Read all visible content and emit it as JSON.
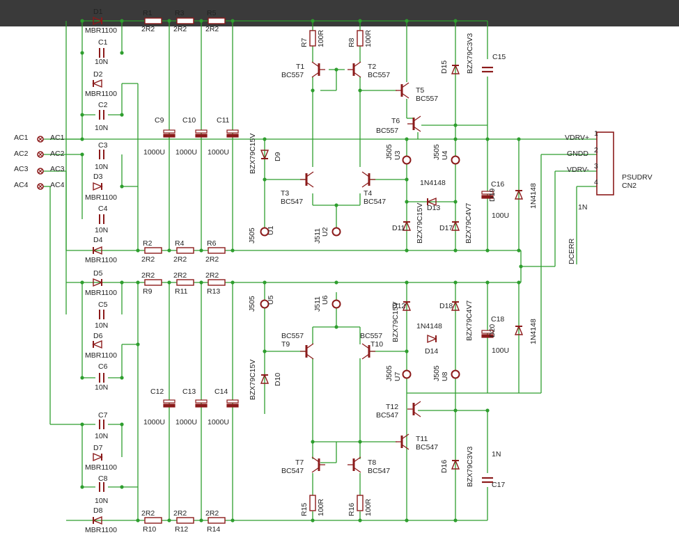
{
  "colors": {
    "wire": "#2e9e2e",
    "part": "#8b1a1a",
    "text": "#222222",
    "topbar": "#3a3a3a",
    "background": "#ffffff"
  },
  "inputs": [
    {
      "pad": "AC1",
      "net": "AC1"
    },
    {
      "pad": "AC2",
      "net": "AC2"
    },
    {
      "pad": "AC3",
      "net": "AC3"
    },
    {
      "pad": "AC4",
      "net": "AC4"
    }
  ],
  "connector": {
    "name": "PSUDRV",
    "ref": "CN2",
    "pins": [
      {
        "num": "1",
        "net": "VDRV+"
      },
      {
        "num": "2",
        "net": "GNDD"
      },
      {
        "num": "3",
        "net": "VDRV-"
      },
      {
        "num": "4",
        "net": ""
      }
    ]
  },
  "labels": [
    {
      "t": "D1"
    },
    {
      "t": "MBR1100"
    },
    {
      "t": "C1"
    },
    {
      "t": "10N"
    },
    {
      "t": "D2"
    },
    {
      "t": "MBR1100"
    },
    {
      "t": "C2"
    },
    {
      "t": "10N"
    },
    {
      "t": "C3"
    },
    {
      "t": "10N"
    },
    {
      "t": "D3"
    },
    {
      "t": "MBR1100"
    },
    {
      "t": "C4"
    },
    {
      "t": "10N"
    },
    {
      "t": "D4"
    },
    {
      "t": "MBR1100"
    },
    {
      "t": "D5"
    },
    {
      "t": "MBR1100"
    },
    {
      "t": "C5"
    },
    {
      "t": "10N"
    },
    {
      "t": "D6"
    },
    {
      "t": "MBR1100"
    },
    {
      "t": "C6"
    },
    {
      "t": "10N"
    },
    {
      "t": "C7"
    },
    {
      "t": "10N"
    },
    {
      "t": "D7"
    },
    {
      "t": "MBR1100"
    },
    {
      "t": "C8"
    },
    {
      "t": "10N"
    },
    {
      "t": "D8"
    },
    {
      "t": "MBR1100"
    },
    {
      "t": "R1"
    },
    {
      "t": "2R2"
    },
    {
      "t": "R3"
    },
    {
      "t": "2R2"
    },
    {
      "t": "R5"
    },
    {
      "t": "2R2"
    },
    {
      "t": "R2"
    },
    {
      "t": "2R2"
    },
    {
      "t": "R4"
    },
    {
      "t": "2R2"
    },
    {
      "t": "R6"
    },
    {
      "t": "2R2"
    },
    {
      "t": "2R2"
    },
    {
      "t": "R9"
    },
    {
      "t": "2R2"
    },
    {
      "t": "R11"
    },
    {
      "t": "2R2"
    },
    {
      "t": "R13"
    },
    {
      "t": "2R2"
    },
    {
      "t": "R10"
    },
    {
      "t": "2R2"
    },
    {
      "t": "R12"
    },
    {
      "t": "2R2"
    },
    {
      "t": "R14"
    },
    {
      "t": "C9"
    },
    {
      "t": "1000U"
    },
    {
      "t": "C10"
    },
    {
      "t": "1000U"
    },
    {
      "t": "C11"
    },
    {
      "t": "1000U"
    },
    {
      "t": "C12"
    },
    {
      "t": "1000U"
    },
    {
      "t": "C13"
    },
    {
      "t": "1000U"
    },
    {
      "t": "C14"
    },
    {
      "t": "1000U"
    },
    {
      "t": "T1"
    },
    {
      "t": "BC557"
    },
    {
      "t": "T2"
    },
    {
      "t": "BC557"
    },
    {
      "t": "T5"
    },
    {
      "t": "BC557"
    },
    {
      "t": "T6"
    },
    {
      "t": "BC557"
    },
    {
      "t": "T3"
    },
    {
      "t": "BC547"
    },
    {
      "t": "T4"
    },
    {
      "t": "BC547"
    },
    {
      "t": "BC557"
    },
    {
      "t": "T9"
    },
    {
      "t": "BC557"
    },
    {
      "t": "T10"
    },
    {
      "t": "T7"
    },
    {
      "t": "BC547"
    },
    {
      "t": "T8"
    },
    {
      "t": "BC547"
    },
    {
      "t": "T12"
    },
    {
      "t": "BC547"
    },
    {
      "t": "T11"
    },
    {
      "t": "BC547"
    },
    {
      "t": "1N4148"
    },
    {
      "t": "D13"
    },
    {
      "t": "1N4148"
    },
    {
      "t": "D14"
    },
    {
      "t": "C15"
    },
    {
      "t": "C16"
    },
    {
      "t": "100U"
    },
    {
      "t": "C18"
    },
    {
      "t": "100U"
    },
    {
      "t": "1N"
    },
    {
      "t": "C17"
    },
    {
      "t": "1N"
    },
    {
      "t": "D11"
    },
    {
      "t": "D17"
    },
    {
      "t": "D12"
    },
    {
      "t": "D18"
    }
  ],
  "vlabels": [
    {
      "t": "R7"
    },
    {
      "t": "100R"
    },
    {
      "t": "R8"
    },
    {
      "t": "100R"
    },
    {
      "t": "D15"
    },
    {
      "t": "BZX79C3V3"
    },
    {
      "t": "BZX79C15V"
    },
    {
      "t": "D9"
    },
    {
      "t": "J505"
    },
    {
      "t": "U3"
    },
    {
      "t": "J505"
    },
    {
      "t": "U4"
    },
    {
      "t": "D19"
    },
    {
      "t": "1N4148"
    },
    {
      "t": "BZX79C15V"
    },
    {
      "t": "BZX79C4V7"
    },
    {
      "t": "J505"
    },
    {
      "t": "U1"
    },
    {
      "t": "J511"
    },
    {
      "t": "U2"
    },
    {
      "t": "J505"
    },
    {
      "t": "U5"
    },
    {
      "t": "J511"
    },
    {
      "t": "U6"
    },
    {
      "t": "BZX79C15V"
    },
    {
      "t": "BZX79C4V7"
    },
    {
      "t": "D20"
    },
    {
      "t": "1N4148"
    },
    {
      "t": "BZX79C15V"
    },
    {
      "t": "D10"
    },
    {
      "t": "J505"
    },
    {
      "t": "U7"
    },
    {
      "t": "J505"
    },
    {
      "t": "U8"
    },
    {
      "t": "D16"
    },
    {
      "t": "BZX79C3V3"
    },
    {
      "t": "R15"
    },
    {
      "t": "100R"
    },
    {
      "t": "R16"
    },
    {
      "t": "100R"
    },
    {
      "t": "DCERR"
    }
  ]
}
